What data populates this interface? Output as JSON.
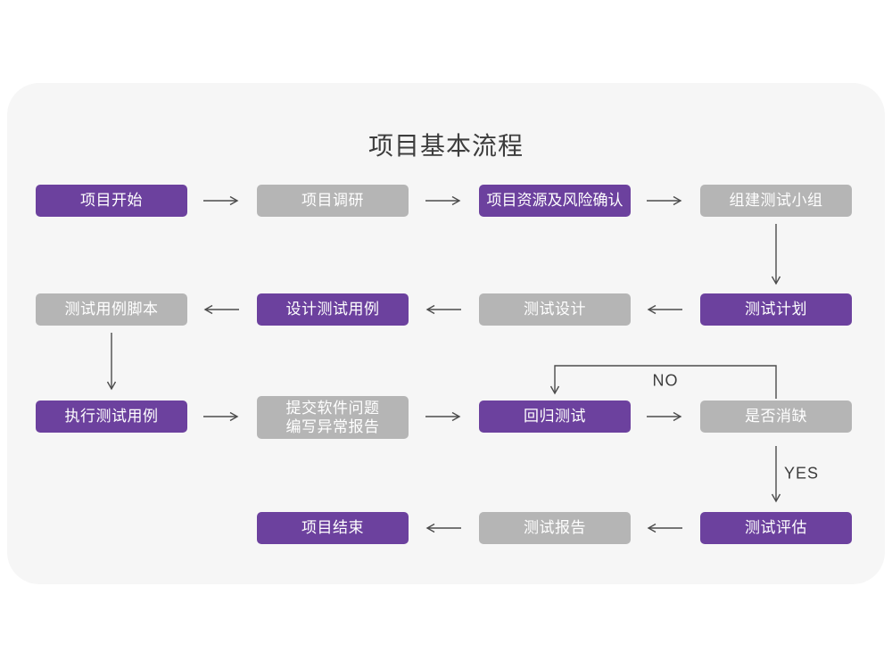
{
  "title": "项目基本流程",
  "colors": {
    "page_background": "#FFFFFF",
    "card_background": "#F6F6F6",
    "primary_box": "#6C419E",
    "secondary_box": "#B5B5B5",
    "box_text": "#FFFFFF",
    "arrow": "#4C4C4C",
    "title_text": "#3D3D3D"
  },
  "nodes": {
    "r1c1": {
      "label": "项目开始",
      "type": "primary"
    },
    "r1c2": {
      "label": "项目调研",
      "type": "secondary"
    },
    "r1c3": {
      "label": "项目资源及风险确认",
      "type": "primary"
    },
    "r1c4": {
      "label": "组建测试小组",
      "type": "secondary"
    },
    "r2c1": {
      "label": "测试用例脚本",
      "type": "secondary"
    },
    "r2c2": {
      "label": "设计测试用例",
      "type": "primary"
    },
    "r2c3": {
      "label": "测试设计",
      "type": "secondary"
    },
    "r2c4": {
      "label": "测试计划",
      "type": "primary"
    },
    "r3c1": {
      "label": "执行测试用例",
      "type": "primary"
    },
    "r3c2": {
      "label": "提交软件问题\n编写异常报告",
      "type": "secondary"
    },
    "r3c3": {
      "label": "回归测试",
      "type": "primary"
    },
    "r3c4": {
      "label": "是否消缺",
      "type": "secondary"
    },
    "r4c2": {
      "label": "项目结束",
      "type": "primary"
    },
    "r4c3": {
      "label": "测试报告",
      "type": "secondary"
    },
    "r4c4": {
      "label": "测试评估",
      "type": "primary"
    }
  },
  "edge_labels": {
    "no": "NO",
    "yes": "YES"
  }
}
